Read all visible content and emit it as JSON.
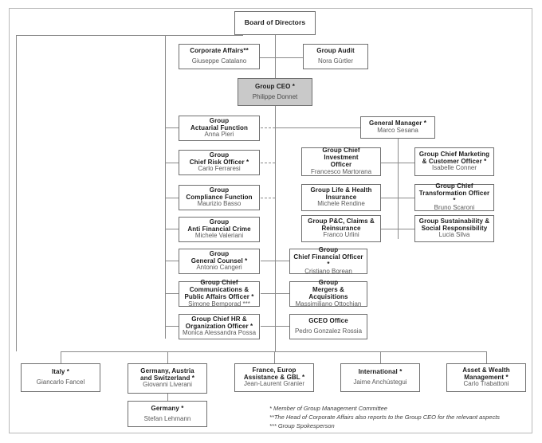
{
  "title": "Generali Group Organisational Structure",
  "colors": {
    "ceo_fill": "#c9c9c9",
    "box_border": "#6f6f6f",
    "line": "#8a8a8a",
    "frame": "#b9b9b9",
    "title_text": "#1a1a1a",
    "name_text": "#595959"
  },
  "boxes": {
    "board": {
      "title": "Board of Directors",
      "name": ""
    },
    "corporate_affairs": {
      "title": "Corporate Affairs**",
      "name": "Giuseppe Catalano"
    },
    "group_audit": {
      "title": "Group Audit",
      "name": "Nora Gürtler"
    },
    "group_ceo": {
      "title": "Group CEO *",
      "name": "Philippe Donnet"
    },
    "general_manager": {
      "title": "General Manager *",
      "name": "Marco Sesana"
    },
    "actuarial": {
      "title_1": "Group",
      "title_2": "Actuarial Function",
      "name": "Anna Pieri"
    },
    "risk": {
      "title_1": "Group",
      "title_2": "Chief Risk Officer *",
      "name": "Carlo Ferraresi"
    },
    "compliance": {
      "title_1": "Group",
      "title_2": "Compliance Function",
      "name": "Maurizio Basso"
    },
    "afc": {
      "title_1": "Group",
      "title_2": "Anti Financial Crime",
      "name": "Michele Valeriani"
    },
    "general_counsel": {
      "title_1": "Group",
      "title_2": "General Counsel *",
      "name": "Antonio Cangeri"
    },
    "communications": {
      "title_1": "Group Chief",
      "title_2": "Communications &",
      "title_3": "Public Affairs Officer *",
      "name": "Simone Bemporad ***"
    },
    "hr": {
      "title_1": "Group Chief HR &",
      "title_2": "Organization Officer *",
      "name": "Monica Alessandra Possa"
    },
    "investment": {
      "title_1": "Group Chief Investment",
      "title_2": "Officer",
      "name": "Francesco Martorana"
    },
    "life_health": {
      "title_1": "Group Life & Health",
      "title_2": "Insurance",
      "name": "Michele Rendine"
    },
    "pc_claims": {
      "title_1": "Group P&C, Claims &",
      "title_2": "Reinsurance",
      "name": "Franco Urlini"
    },
    "cfo": {
      "title_1": "Group",
      "title_2": "Chief Financial Officer *",
      "name": "Cristiano Borean"
    },
    "ma": {
      "title_1": "Group",
      "title_2": "Mergers & Acquisitions",
      "name": "Massimiliano Ottochian"
    },
    "gceo_office": {
      "title": "GCEO Office",
      "name": "Pedro Gonzalez Rossia"
    },
    "marketing": {
      "title_1": "Group Chief Marketing",
      "title_2": "& Customer Officer *",
      "name": "Isabelle Conner"
    },
    "transformation": {
      "title_1": "Group Chief",
      "title_2": "Transformation Officer *",
      "name": "Bruno Scaroni"
    },
    "sustainability": {
      "title_1": "Group Sustainability &",
      "title_2": "Social Responsibility",
      "name": "Lucia Silva"
    },
    "italy": {
      "title": "Italy *",
      "name": "Giancarlo Fancel"
    },
    "dach": {
      "title_1": "Germany, Austria",
      "title_2": "and Switzerland *",
      "name": "Giovanni Liverani"
    },
    "germany": {
      "title": "Germany *",
      "name": "Stefan Lehmann"
    },
    "france": {
      "title_1": "France, Europ",
      "title_2": "Assistance & GBL *",
      "name": "Jean-Laurent Granier"
    },
    "international": {
      "title": "International *",
      "name": "Jaime Anchústegui"
    },
    "awm": {
      "title_1": "Asset & Wealth",
      "title_2": "Management *",
      "name": "Carlo Trabattoni"
    }
  },
  "footnotes": {
    "one": "* Member of Group Management Committee",
    "two": "**The Head of Corporate Affairs also reports to the Group CEO for the relevant aspects",
    "three": "*** Group Spokesperson"
  }
}
